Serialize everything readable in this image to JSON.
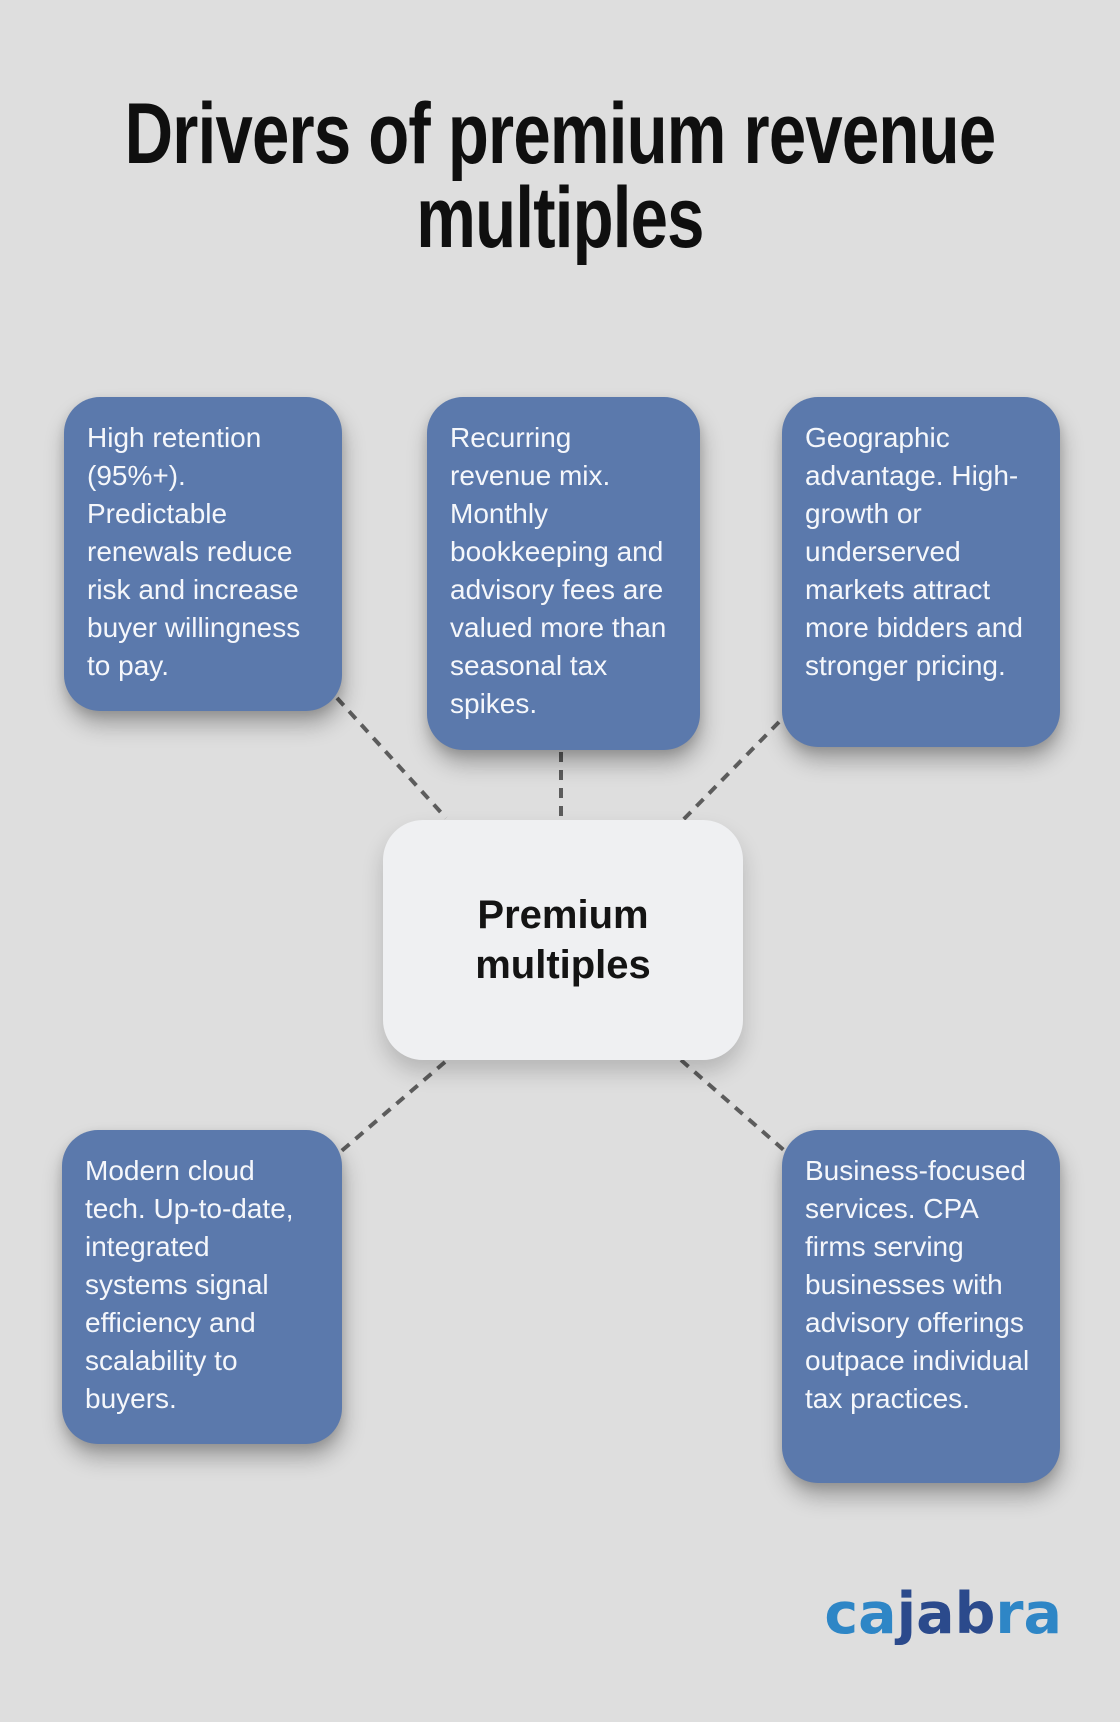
{
  "title": {
    "line1": "Drivers of premium revenue",
    "line2": "multiples"
  },
  "center_node": {
    "label": "Premium multiples"
  },
  "drivers": [
    {
      "id": "retention",
      "text": "High retention (95%+). Predictable renewals reduce risk and increase buyer willingness to pay."
    },
    {
      "id": "recurring-revenue",
      "text": "Recurring revenue mix. Monthly bookkeeping and advisory fees are valued more than seasonal tax spikes."
    },
    {
      "id": "geographic-advantage",
      "text": "Geographic advantage. High-growth or underserved markets attract more bidders and stronger pricing."
    },
    {
      "id": "modern-cloud-tech",
      "text": "Modern cloud tech. Up-to-date, integrated systems signal efficiency and scalability to buyers."
    },
    {
      "id": "business-focused-services",
      "text": "Business-focused services. CPA firms serving businesses with advisory offerings outpace individual tax practices."
    }
  ],
  "logo": {
    "brand": "cajabra",
    "segments": [
      {
        "text": "ca",
        "tone": "light"
      },
      {
        "text": "jab",
        "tone": "dark"
      },
      {
        "text": "ra",
        "tone": "light"
      }
    ]
  },
  "colors": {
    "background": "#dedede",
    "card_blue": "#5b79ac",
    "card_text": "#f5f7fb",
    "center_bg": "#eff0f2",
    "center_text": "#141414",
    "title_text": "#0f0f0f",
    "connector": "#5c5c5c",
    "logo_light": "#2e86c6",
    "logo_dark": "#2b4a8c"
  }
}
